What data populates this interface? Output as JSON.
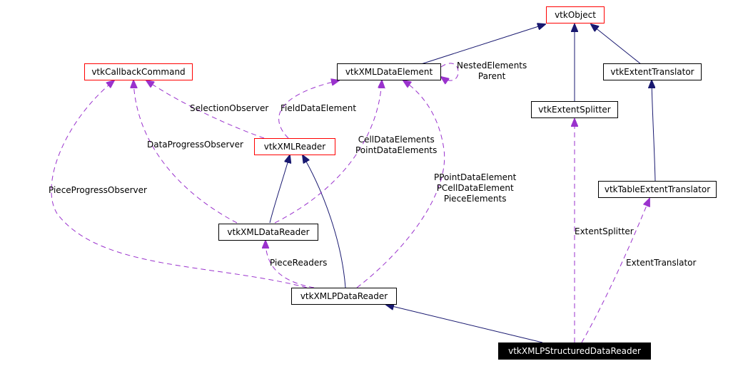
{
  "colors": {
    "inheritance_edge": "#191970",
    "usage_edge": "#9a32cd",
    "undocumented_border": "#ff0000",
    "focus_fill": "#000000"
  },
  "nodes": {
    "vtkObject": "vtkObject",
    "vtkCallbackCommand": "vtkCallbackCommand",
    "vtkXMLDataElement": "vtkXMLDataElement",
    "vtkExtentTranslator": "vtkExtentTranslator",
    "vtkExtentSplitter": "vtkExtentSplitter",
    "vtkXMLReader": "vtkXMLReader",
    "vtkTableExtentTranslator": "vtkTableExtentTranslator",
    "vtkXMLDataReader": "vtkXMLDataReader",
    "vtkXMLPDataReader": "vtkXMLPDataReader",
    "vtkXMLPStructuredDataReader": "vtkXMLPStructuredDataReader"
  },
  "edge_labels": {
    "nested": [
      "NestedElements",
      "Parent"
    ],
    "selection_observer": "SelectionObserver",
    "field_data_element": "FieldDataElement",
    "data_progress_observer": "DataProgressObserver",
    "cell_point": [
      "CellDataElements",
      "PointDataElements"
    ],
    "piece_progress_observer": "PieceProgressObserver",
    "ppoint": [
      "PPointDataElement",
      "PCellDataElement",
      "PieceElements"
    ],
    "extent_splitter": "ExtentSplitter",
    "extent_translator": "ExtentTranslator",
    "piece_readers": "PieceReaders"
  }
}
